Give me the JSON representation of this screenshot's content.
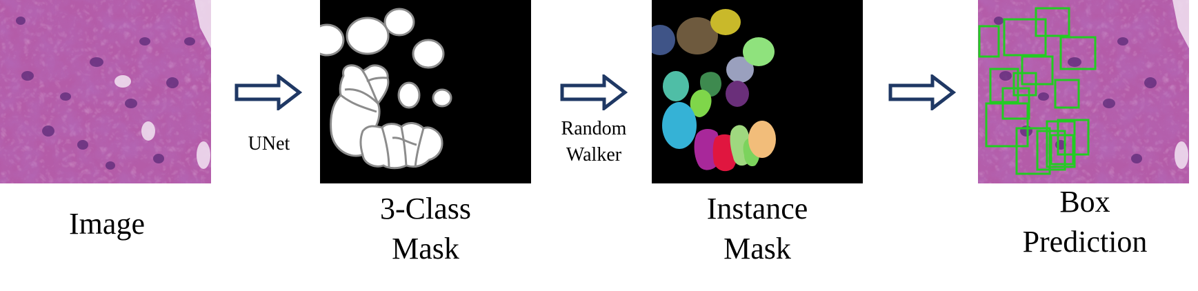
{
  "pipeline": {
    "stages": [
      {
        "caption": "Image"
      },
      {
        "caption": "3-Class\nMask"
      },
      {
        "caption": "Instance\nMask"
      },
      {
        "caption": "Box\nPrediction"
      }
    ],
    "transitions": [
      {
        "label": "UNet"
      },
      {
        "label": "Random\nWalker"
      },
      {
        "label": ""
      }
    ]
  },
  "colors": {
    "arrow_stroke": "#1f3864",
    "mask_background": "#000000",
    "mask_foreground": "#ffffff",
    "mask_boundary": "#8c8c8c",
    "box_stroke": "#22cc22",
    "tissue_base": "#b45ca8",
    "nucleus": "#5b2a78"
  },
  "instance_colors": [
    "#3f5487",
    "#6e5a3e",
    "#c9b92a",
    "#9aa0be",
    "#8fe27d",
    "#4fbea6",
    "#3e8a4f",
    "#7fd64a",
    "#6a2f7a",
    "#35b2d6",
    "#a8289a",
    "#e0163f",
    "#9fd87f",
    "#7cd35d",
    "#f2bd7a"
  ]
}
